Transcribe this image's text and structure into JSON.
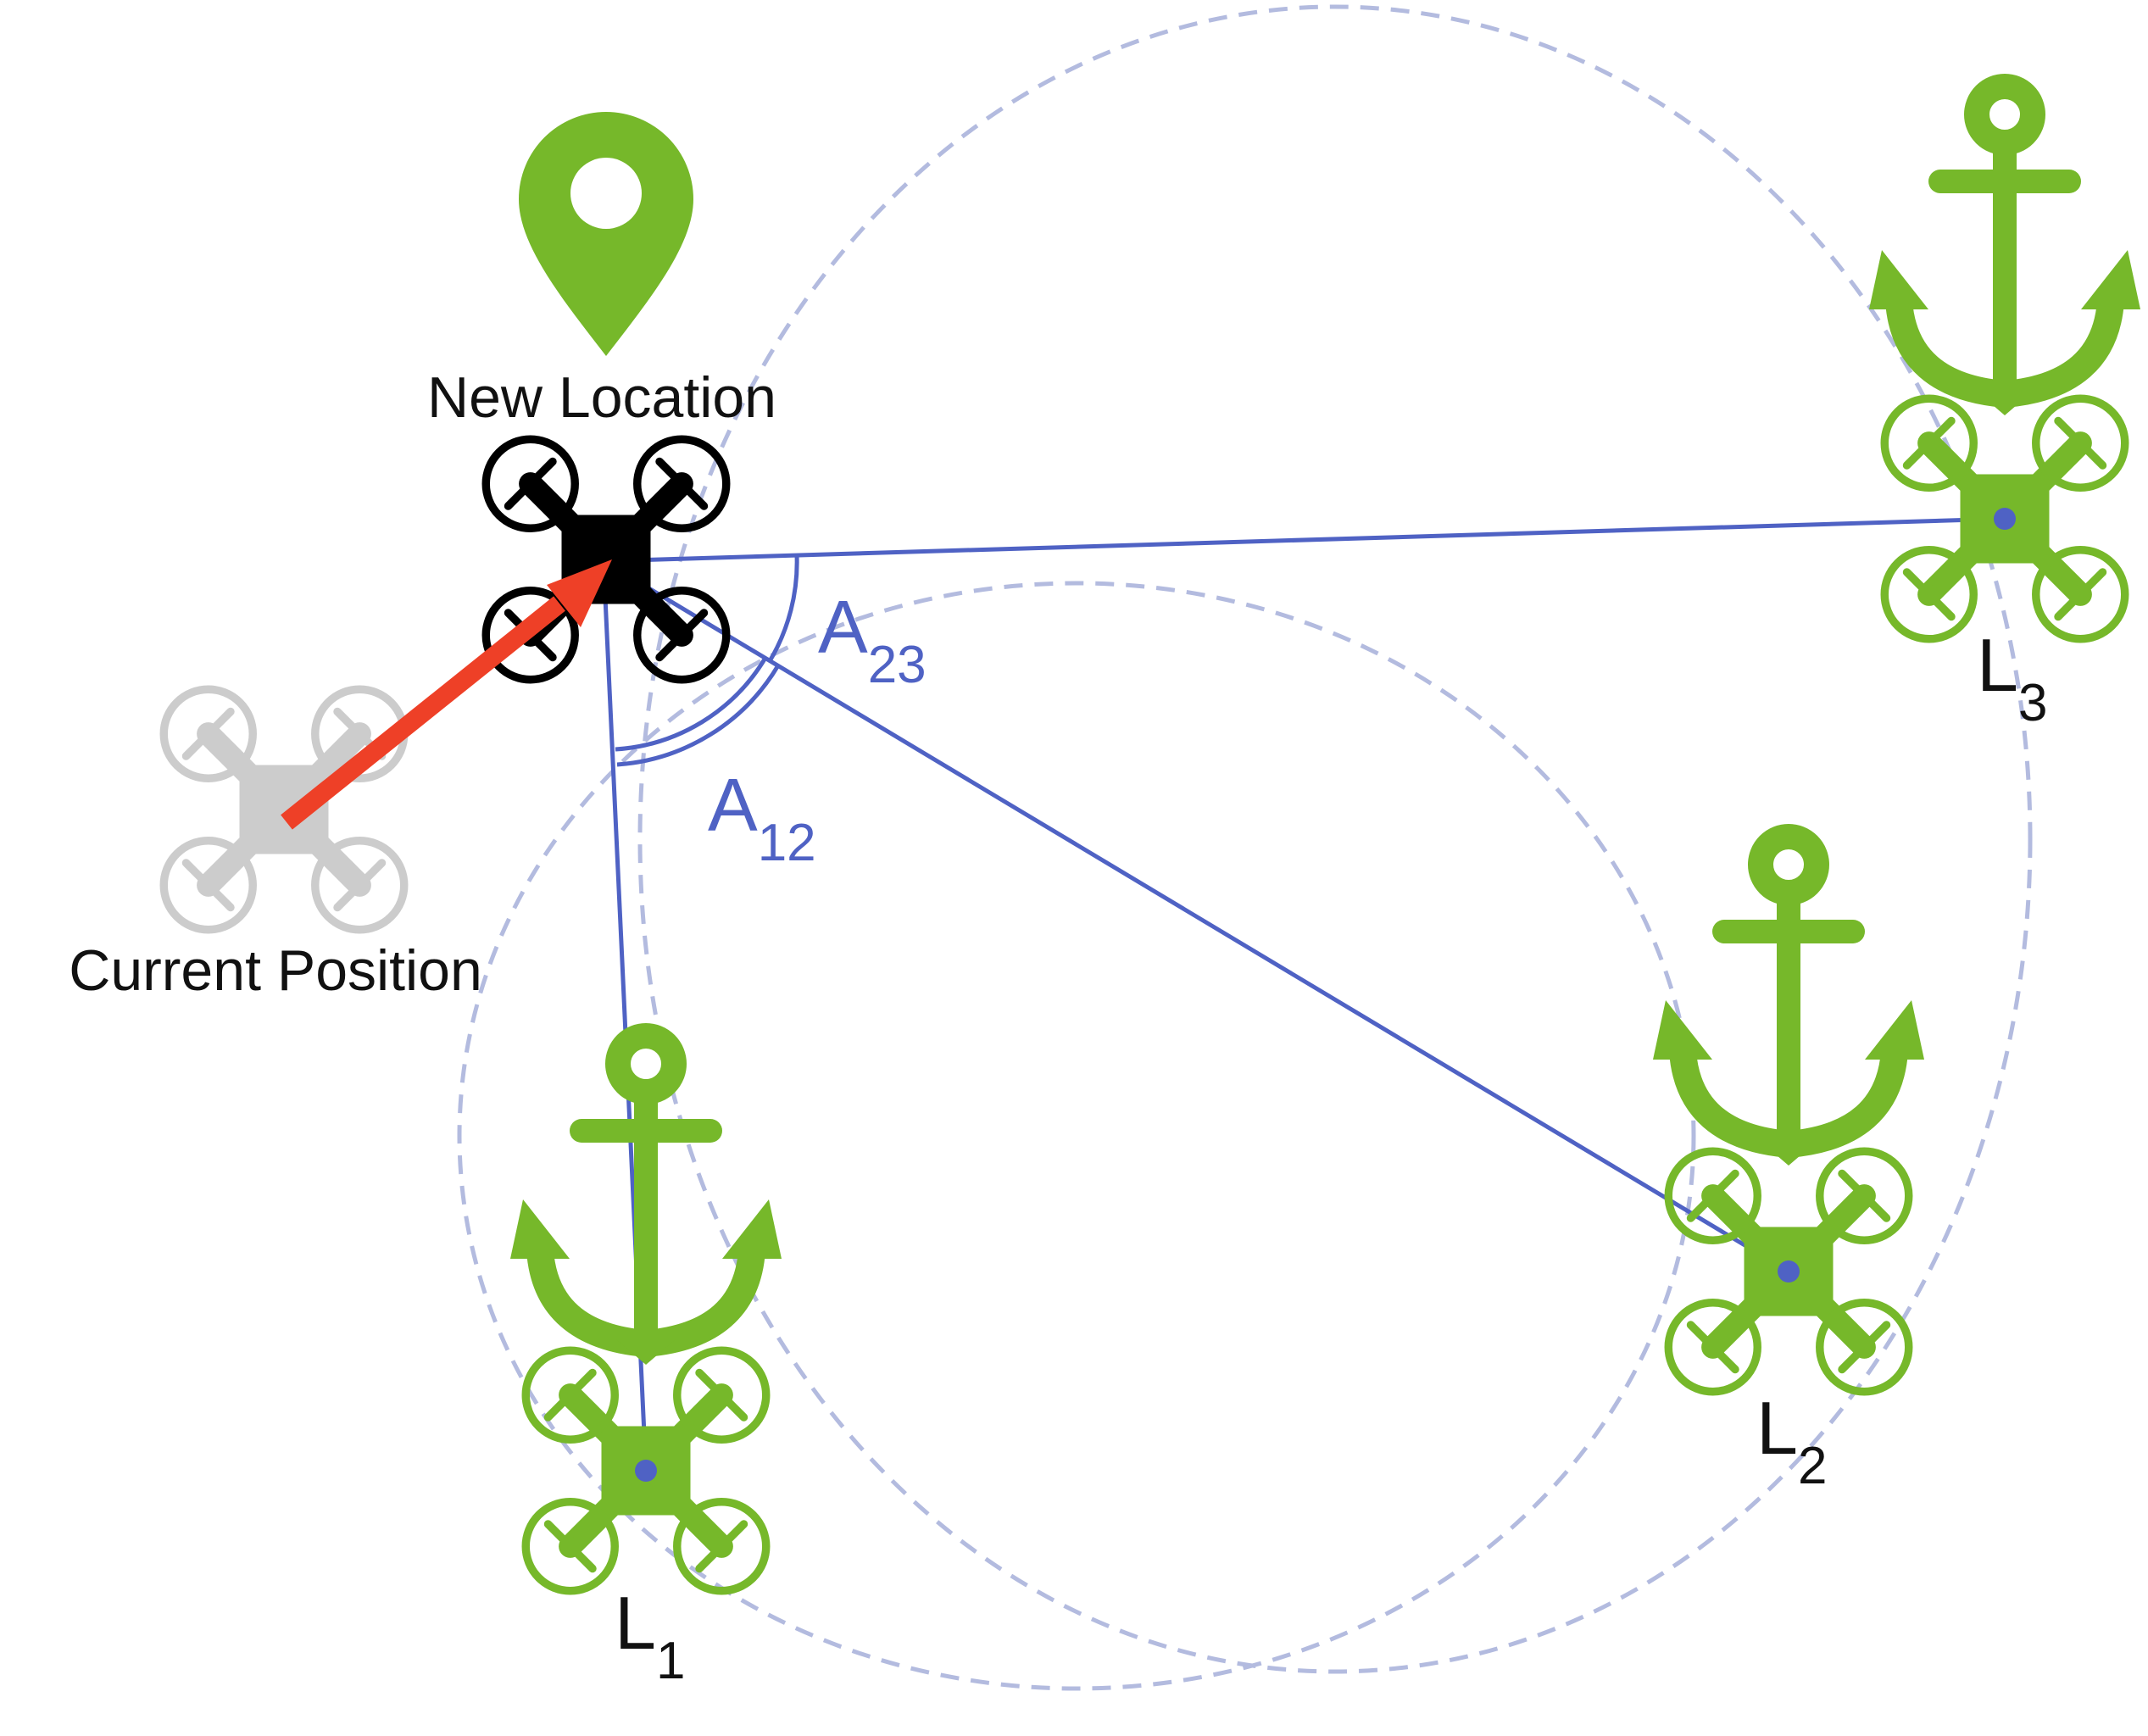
{
  "labels": {
    "new_location": "New Location",
    "current_position": "Current Position",
    "angle_23": {
      "main": "A",
      "sub": "23"
    },
    "angle_12": {
      "main": "A",
      "sub": "12"
    },
    "anchor_1": {
      "main": "L",
      "sub": "1"
    },
    "anchor_2": {
      "main": "L",
      "sub": "2"
    },
    "anchor_3": {
      "main": "L",
      "sub": "3"
    }
  },
  "icons": {
    "location_pin": "location-pin-icon",
    "drone_new": "drone-icon",
    "drone_current": "drone-icon",
    "anchor": "anchor-icon",
    "movement_arrow": "arrow-icon"
  },
  "colors": {
    "green": "#76b82a",
    "blue_line": "#4f62c4",
    "dashed_circle": "#b3bbdf",
    "arrow_red": "#ee4027",
    "drone_black": "#000000",
    "drone_gray": "#cccccc",
    "text": "#111111"
  }
}
